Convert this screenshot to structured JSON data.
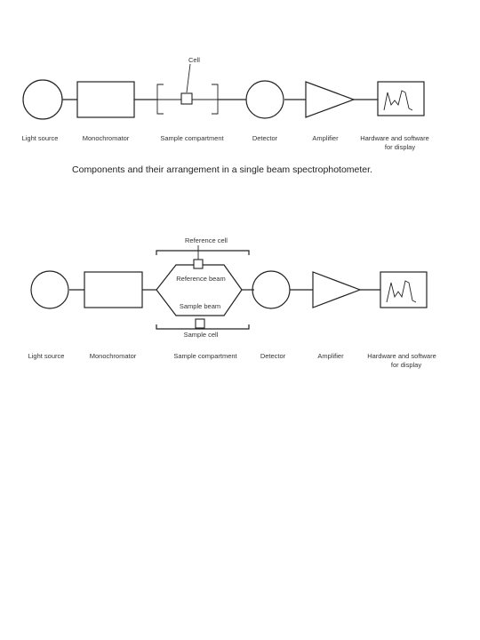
{
  "diagram1": {
    "cell": "Cell",
    "labels": {
      "light_source": "Light source",
      "monochromator": "Monochromator",
      "sample_compartment": "Sample compartment",
      "detector": "Detector",
      "amplifier": "Amplifier",
      "display_line1": "Hardware and software",
      "display_line2": "for display"
    },
    "caption": "Components and their arrangement in a single beam spectrophotometer."
  },
  "diagram2": {
    "reference_cell": "Reference cell",
    "reference_beam": "Reference beam",
    "sample_beam": "Sample beam",
    "sample_cell": "Sample cell",
    "labels": {
      "light_source": "Light source",
      "monochromator": "Monochromator",
      "sample_compartment": "Sample compartment",
      "detector": "Detector",
      "amplifier": "Amplifier",
      "display_line1": "Hardware and software",
      "display_line2": "for display"
    }
  }
}
